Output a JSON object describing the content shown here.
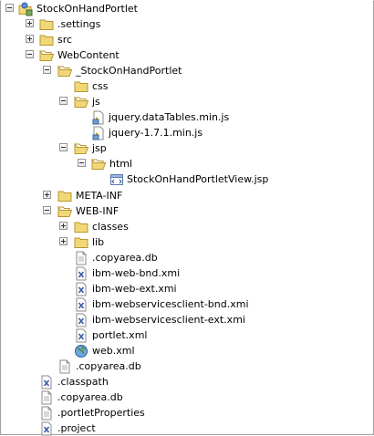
{
  "tree": {
    "project": {
      "label": "StockOnHandPortlet"
    },
    "settings": {
      "label": ".settings"
    },
    "src": {
      "label": "src"
    },
    "webcontent": {
      "label": "WebContent"
    },
    "portlet_folder": {
      "label": "_StockOnHandPortlet"
    },
    "css": {
      "label": "css"
    },
    "js": {
      "label": "js"
    },
    "datatables": {
      "label": "jquery.dataTables.min.js"
    },
    "jquery": {
      "label": "jquery-1.7.1.min.js"
    },
    "jsp": {
      "label": "jsp"
    },
    "html": {
      "label": "html"
    },
    "view_jsp": {
      "label": "StockOnHandPortletView.jsp"
    },
    "meta_inf": {
      "label": "META-INF"
    },
    "web_inf": {
      "label": "WEB-INF"
    },
    "classes": {
      "label": "classes"
    },
    "lib": {
      "label": "lib"
    },
    "copyarea_webinf": {
      "label": ".copyarea.db"
    },
    "web_bnd": {
      "label": "ibm-web-bnd.xmi"
    },
    "web_ext": {
      "label": "ibm-web-ext.xmi"
    },
    "ws_client_bnd": {
      "label": "ibm-webservicesclient-bnd.xmi"
    },
    "ws_client_ext": {
      "label": "ibm-webservicesclient-ext.xmi"
    },
    "portlet_xml": {
      "label": "portlet.xml"
    },
    "web_xml": {
      "label": "web.xml"
    },
    "copyarea_webcontent": {
      "label": ".copyarea.db"
    },
    "classpath": {
      "label": ".classpath"
    },
    "copyarea_root": {
      "label": ".copyarea.db"
    },
    "portlet_properties": {
      "label": ".portletProperties"
    },
    "project_file": {
      "label": ".project"
    }
  },
  "colors": {
    "folder": "#f0d879",
    "folder_edge": "#b8962e",
    "xml_icon": "#3a5aa8",
    "js_icon": "#c9a227"
  }
}
